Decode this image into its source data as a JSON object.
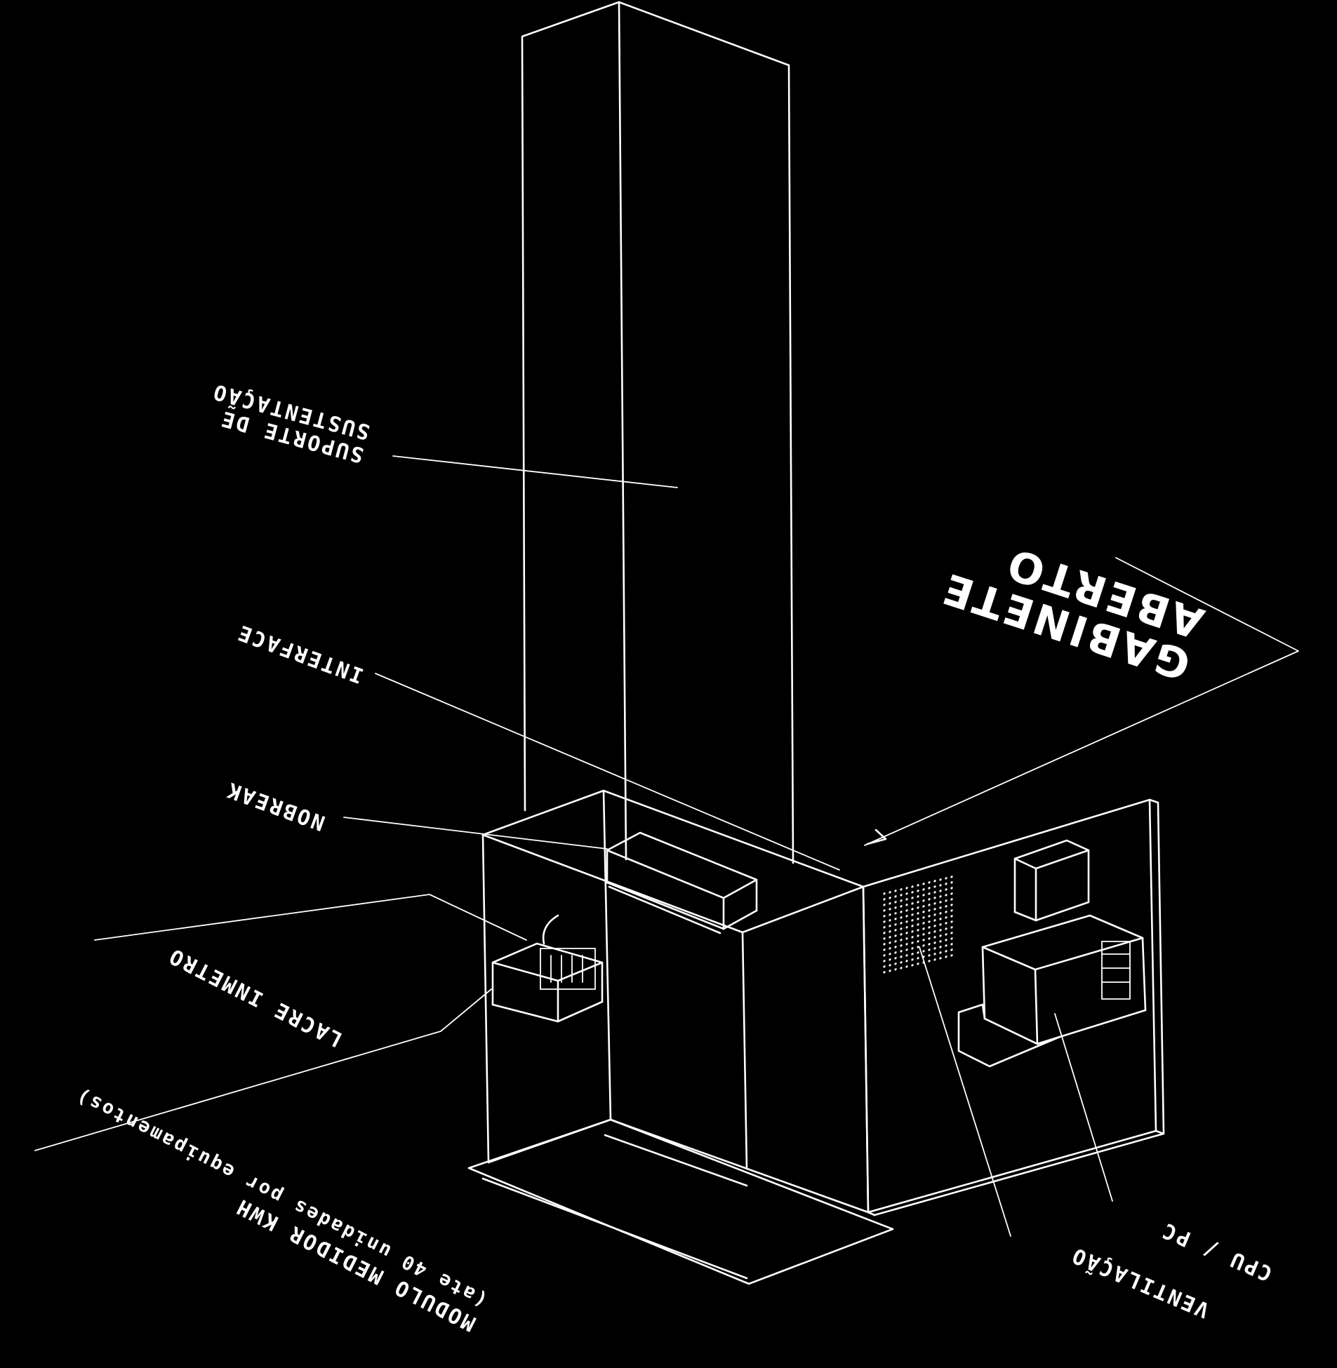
{
  "colors": {
    "background": "#000000",
    "line": "#ffffff"
  },
  "labels": {
    "suporte_line1": "SUPORTE DE",
    "suporte_line2": "SUSTENTAÇÃO",
    "interface": "INTERFACE",
    "nobreak": "NOBREAK",
    "lacre": "LACRE INMETRO",
    "modulo_line1": "MODULO MEDIDOR KWH",
    "modulo_line2": "(ate 40 unidades por equipamentos)",
    "gabinete_line1": "GABINETE",
    "gabinete_line2": "ABERTO",
    "cpu": "CPU / PC",
    "ventilacao": "VENTILAÇÃO"
  }
}
